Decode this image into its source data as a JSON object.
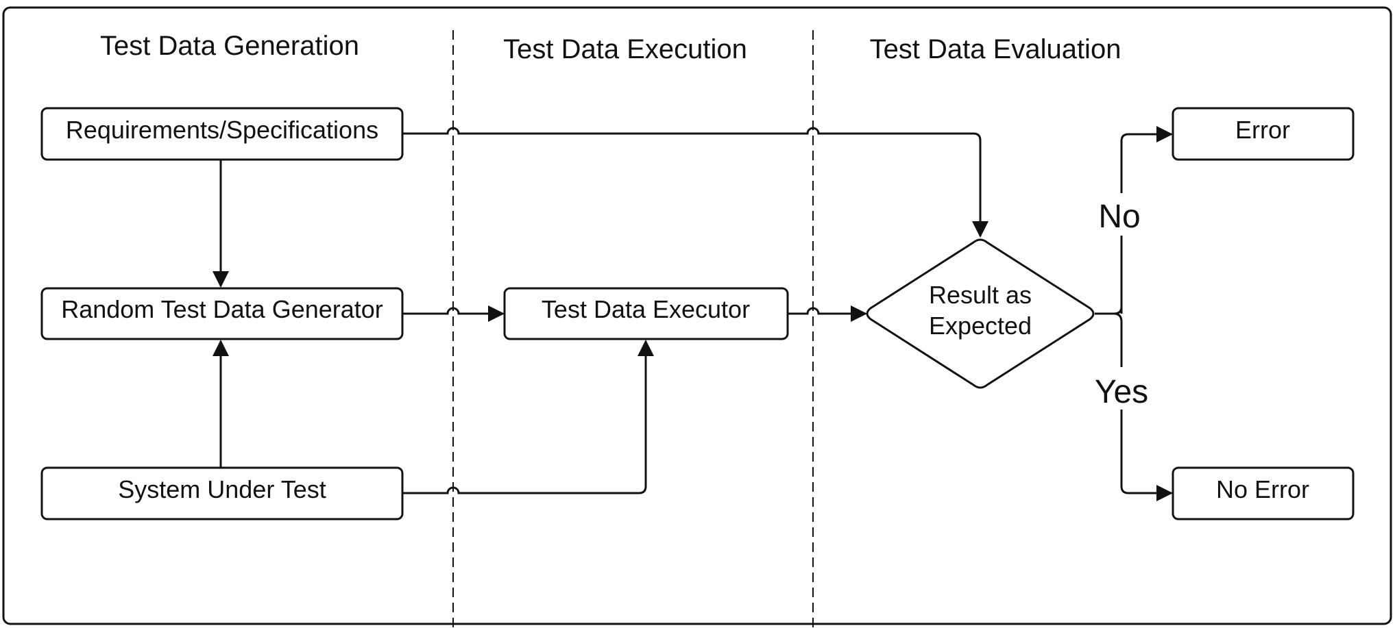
{
  "diagram": {
    "lanes": {
      "generation": "Test Data Generation",
      "execution": "Test Data Execution",
      "evaluation": "Test Data Evaluation"
    },
    "nodes": {
      "requirements": "Requirements/Specifications",
      "generator": "Random Test Data Generator",
      "system": "System Under Test",
      "executor": "Test Data Executor",
      "decision_line1": "Result as",
      "decision_line2": "Expected",
      "error": "Error",
      "no_error": "No Error"
    },
    "branches": {
      "no": "No",
      "yes": "Yes"
    }
  }
}
